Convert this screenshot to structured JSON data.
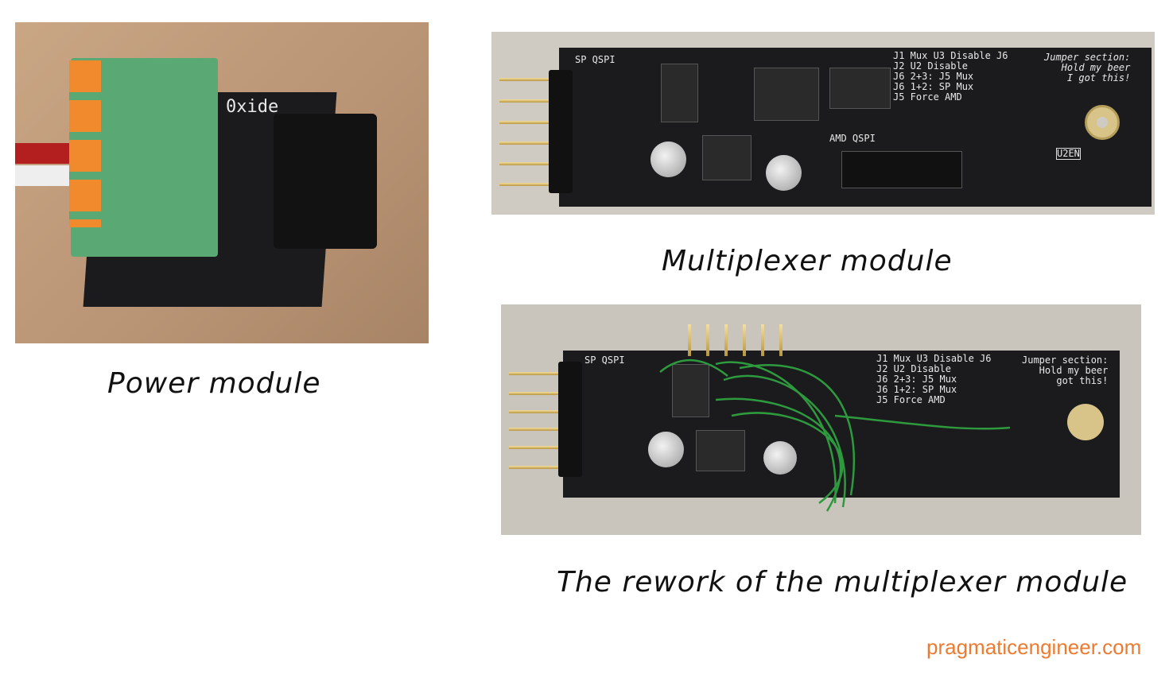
{
  "photos": {
    "power": {
      "caption": "Power module",
      "board_label": "0xide"
    },
    "mux": {
      "caption": "Multiplexer module",
      "silk_left": "SP QSPI",
      "silk_top": "J1 Mux U3 Disable J6\nJ2 U2 Disable\nJ6 2+3: J5 Mux\nJ6 1+2: SP Mux\nJ5 Force AMD",
      "silk_right": "Jumper section:\nHold my beer\nI got this!",
      "silk_amd": "AMD QSPI",
      "silk_u2en": "U2EN"
    },
    "rework": {
      "caption": "The rework of the multiplexer module",
      "silk_left": "SP QSPI",
      "silk_top": "J1 Mux U3 Disable J6\nJ2 U2 Disable\nJ6 2+3: J5 Mux\nJ6 1+2: SP Mux\nJ5 Force AMD",
      "silk_right": "Jumper section:\nHold my beer\ngot this!"
    }
  },
  "footer": {
    "site": "pragmaticengineer.com"
  },
  "colors": {
    "accent": "#ee7a30",
    "pcb": "#1b1b1d",
    "terminal": "#5aa874",
    "lever": "#f08a2c",
    "wire": "#2e9a3e"
  }
}
